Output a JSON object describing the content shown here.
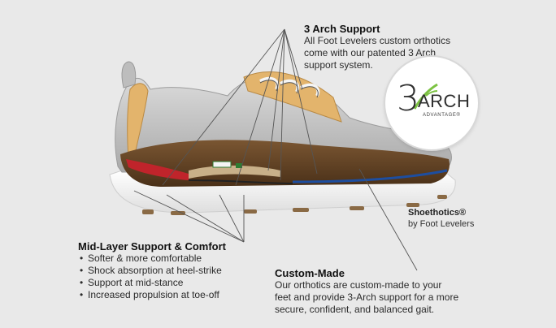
{
  "arch_support": {
    "heading": "3 Arch Support",
    "body_lines": [
      "All Foot Levelers custom orthotics",
      "come with our patented 3 Arch",
      "support system."
    ]
  },
  "logo": {
    "number": "3",
    "word": "ARCH",
    "sub": "ADVANTAGE®"
  },
  "shoethotics": {
    "brand": "Shoethotics®",
    "by_line": "by Foot Levelers"
  },
  "mid_layer": {
    "heading": "Mid-Layer Support & Comfort",
    "bullets": [
      "Softer & more comfortable",
      "Shock absorption at heel-strike",
      "Support at mid-stance",
      "Increased propulsion at toe-off"
    ]
  },
  "custom_made": {
    "heading": "Custom-Made",
    "body_lines": [
      "Our orthotics are custom-made to your",
      "feet and provide 3-Arch support for a more",
      "secure, confident, and balanced gait."
    ]
  },
  "colors": {
    "background": "#e9e9e9",
    "upper": "#c9c9c9",
    "midsole": "#6b4a2a",
    "orthotic_red": "#c0242b",
    "orthotic_blue": "#1d4ea0",
    "padding_tan": "#e3b46c",
    "outsole": "#f2f2f2",
    "tread": "#8a6a45",
    "logo_green": "#7cc242"
  }
}
